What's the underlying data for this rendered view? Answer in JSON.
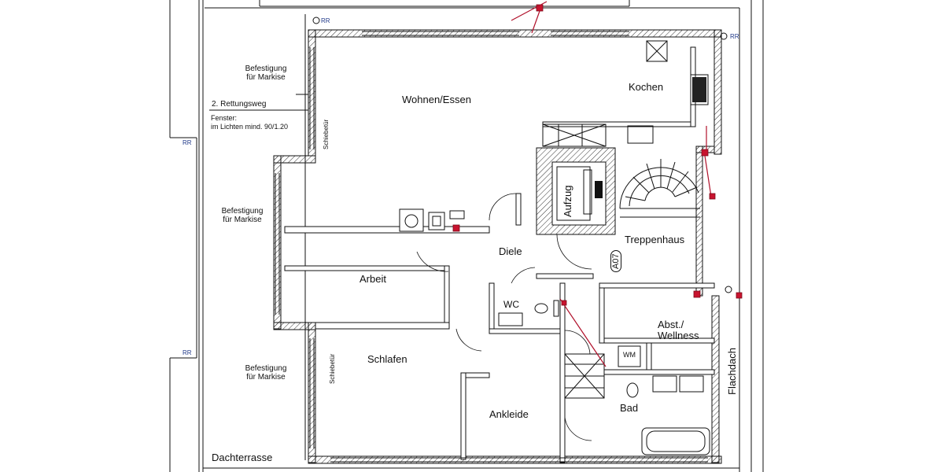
{
  "rooms": {
    "wohnen": "Wohnen/Essen",
    "kochen": "Kochen",
    "arbeit": "Arbeit",
    "diele": "Diele",
    "schlafen": "Schlafen",
    "ankleide": "Ankleide",
    "wc": "WC",
    "treppenhaus": "Treppenhaus",
    "abst": "Abst./ Wellness",
    "bad": "Bad",
    "aufzug": "Aufzug",
    "dachterrasse": "Dachterrasse",
    "flachdach": "Flachdach"
  },
  "notes": {
    "markise_top": "Befestigung für Markise",
    "markise_mid": "Befestigung für Markise",
    "markise_bottom": "Befestigung für Markise",
    "rettungsweg_title": "2. Rettungsweg",
    "rettungsweg_line1": "Fenster:",
    "rettungsweg_line2": "im Lichten mind. 90/1.20",
    "schiebetur_1": "Schiebetür",
    "schiebetur_2": "Schiebetür",
    "wm": "WM",
    "a07": "A07",
    "rr": "RR"
  },
  "colors": {
    "lines": "#111111",
    "accent_red": "#b0102a",
    "background": "#ffffff"
  }
}
